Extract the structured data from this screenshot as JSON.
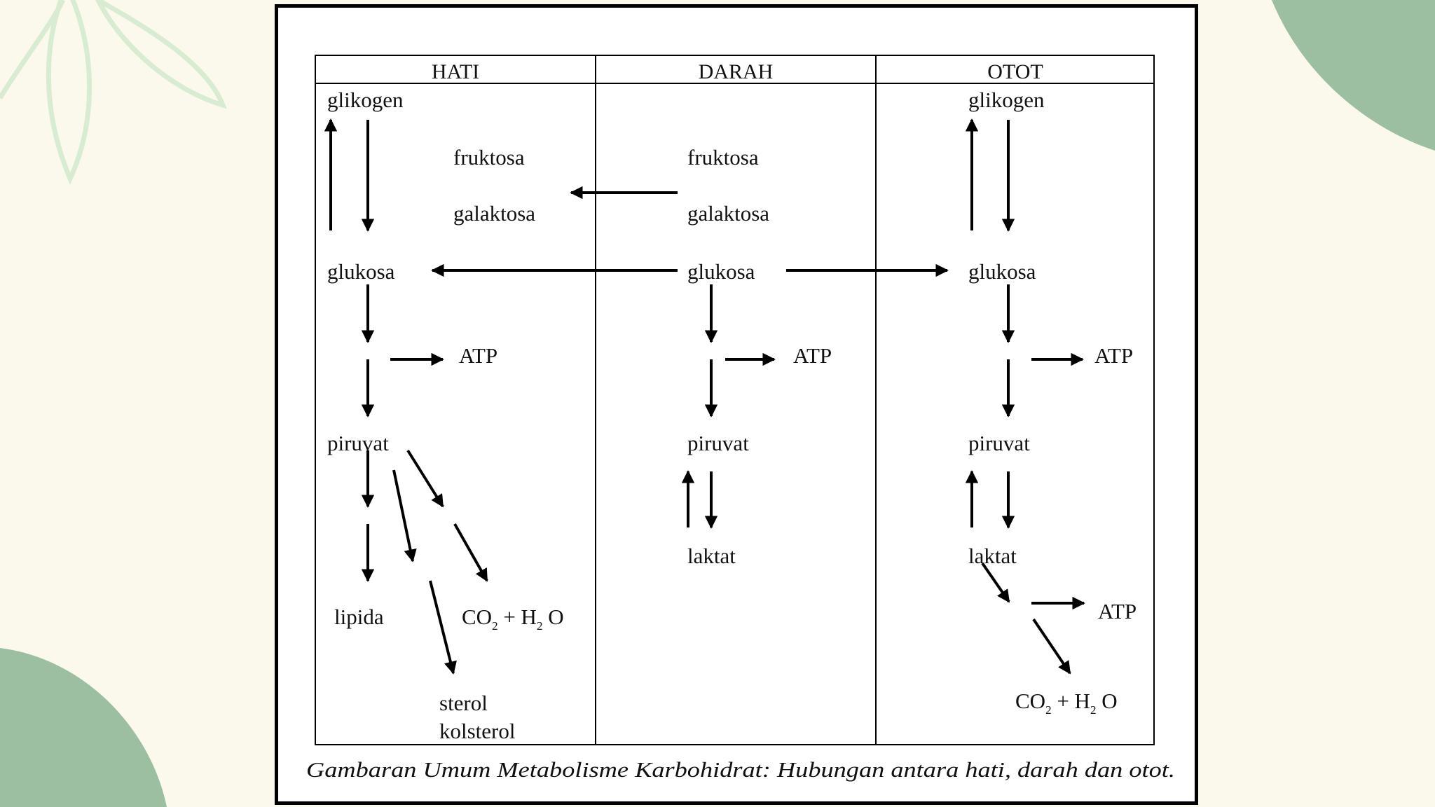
{
  "slide": {
    "background": "#faf9ec",
    "accent": "#9bbfa0",
    "leaf_color": "#d8ecd2"
  },
  "diagram": {
    "columns": [
      "HATI",
      "DARAH",
      "OTOT"
    ],
    "hati": {
      "glikogen": "glikogen",
      "fruktosa": "fruktosa",
      "galaktosa": "galaktosa",
      "glukosa": "glukosa",
      "atp": "ATP",
      "piruvat": "piruvat",
      "lipida": "lipida",
      "co2_h2o": {
        "c": "CO",
        "two": "2",
        "plus_h": " + H",
        "o": " O"
      },
      "sterol": "sterol",
      "kolsterol": "kolsterol"
    },
    "darah": {
      "fruktosa": "fruktosa",
      "galaktosa": "galaktosa",
      "glukosa": "glukosa",
      "atp": "ATP",
      "piruvat": "piruvat",
      "laktat": "laktat"
    },
    "otot": {
      "glikogen": "glikogen",
      "glukosa": "glukosa",
      "atp": "ATP",
      "piruvat": "piruvat",
      "laktat": "laktat",
      "atp2": "ATP",
      "co2_h2o": {
        "c": "CO",
        "two": "2",
        "plus_h": " + H",
        "o": " O"
      }
    },
    "caption": "Gambaran Umum Metabolisme Karbohidrat: Hubungan antara hati, darah  dan otot."
  }
}
